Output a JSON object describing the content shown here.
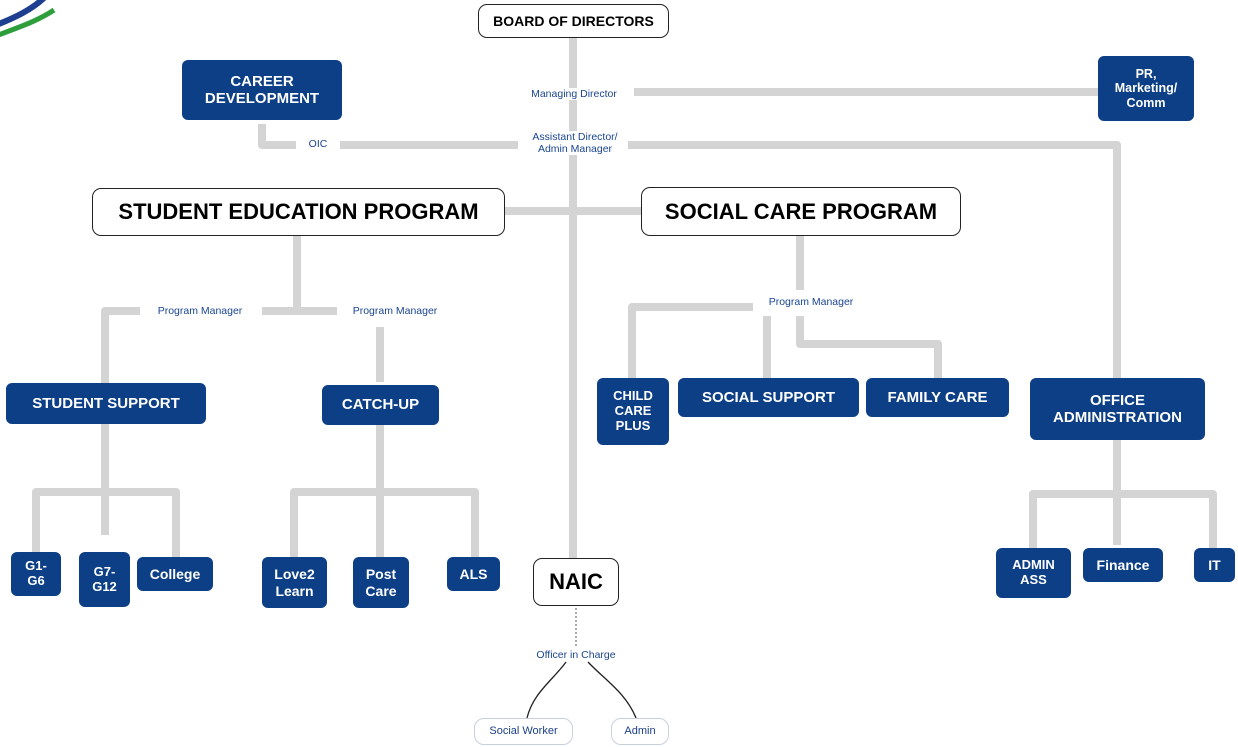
{
  "nodes": {
    "board": "BOARD OF DIRECTORS",
    "career": "CAREER DEVELOPMENT",
    "pr": "PR, Marketing/ Comm",
    "student_ed": "STUDENT EDUCATION PROGRAM",
    "social_care": "SOCIAL CARE PROGRAM",
    "student_support": "STUDENT SUPPORT",
    "catch_up": "CATCH-UP",
    "child_care": "CHILD CARE PLUS",
    "social_support": "SOCIAL SUPPORT",
    "family_care": "FAMILY CARE",
    "office_admin": "OFFICE ADMINISTRATION",
    "g1": "G1- G6",
    "g7": "G7- G12",
    "college": "College",
    "love2learn": "Love2 Learn",
    "post_care": "Post Care",
    "als": "ALS",
    "naic": "NAIC",
    "admin_ass": "ADMIN ASS",
    "finance": "Finance",
    "it": "IT",
    "social_worker": "Social Worker",
    "admin": "Admin"
  },
  "labels": {
    "managing_director": "Managing Director",
    "oic": "OIC",
    "assistant_director": "Assistant Director/ Admin Manager",
    "pm_student_support": "Program Manager",
    "pm_catch_up": "Program Manager",
    "pm_social_care": "Program Manager",
    "officer_in_charge": "Officer in Charge"
  },
  "colors": {
    "node_blue": "#0d3f86",
    "connector_gray": "#d4d4d4",
    "label_blue": "#1a4590"
  }
}
